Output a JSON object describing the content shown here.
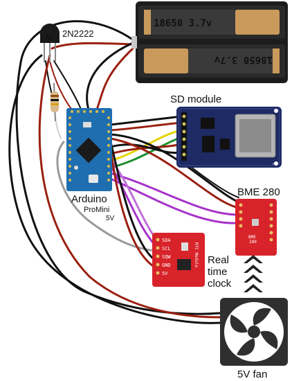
{
  "components": {
    "transistor": {
      "label": "2N2222",
      "glyph": "N",
      "icon": "npn-transistor-icon"
    },
    "battery": {
      "cell_top": "18650 3.7v",
      "cell_bottom": "18650 3.7v"
    },
    "sd_module": {
      "label": "SD module"
    },
    "arduino": {
      "label": "Arduino",
      "model": "ProMini",
      "voltage": "5V"
    },
    "bme280": {
      "label": "BME 280",
      "silk_line1": "BME",
      "silk_line2": "280"
    },
    "rtc": {
      "label_line1": "Real",
      "label_line2": "time",
      "label_line3": "clock",
      "silk": "RTC Module",
      "pins": [
        "SDA",
        "SCL",
        "SQW",
        "GND",
        "5V"
      ]
    },
    "fan": {
      "label": "5V fan",
      "icon": "fan-icon"
    },
    "airflow": {
      "icon": "airflow-chevrons-icon"
    }
  },
  "colors": {
    "battery_holder": "#1c1c1c",
    "cell": "#c99a5b",
    "sd_board": "#1e2a63",
    "arduino_board": "#1f6fb0",
    "sparkfun_red": "#d8232a",
    "fan_frame": "#2f2f2f",
    "wire_black": "#111111",
    "wire_red": "#9a1f10",
    "wire_yellow": "#e5d400",
    "wire_green": "#1e8f2e",
    "wire_violet": "#a733c9",
    "wire_gray": "#9a9a9a"
  }
}
